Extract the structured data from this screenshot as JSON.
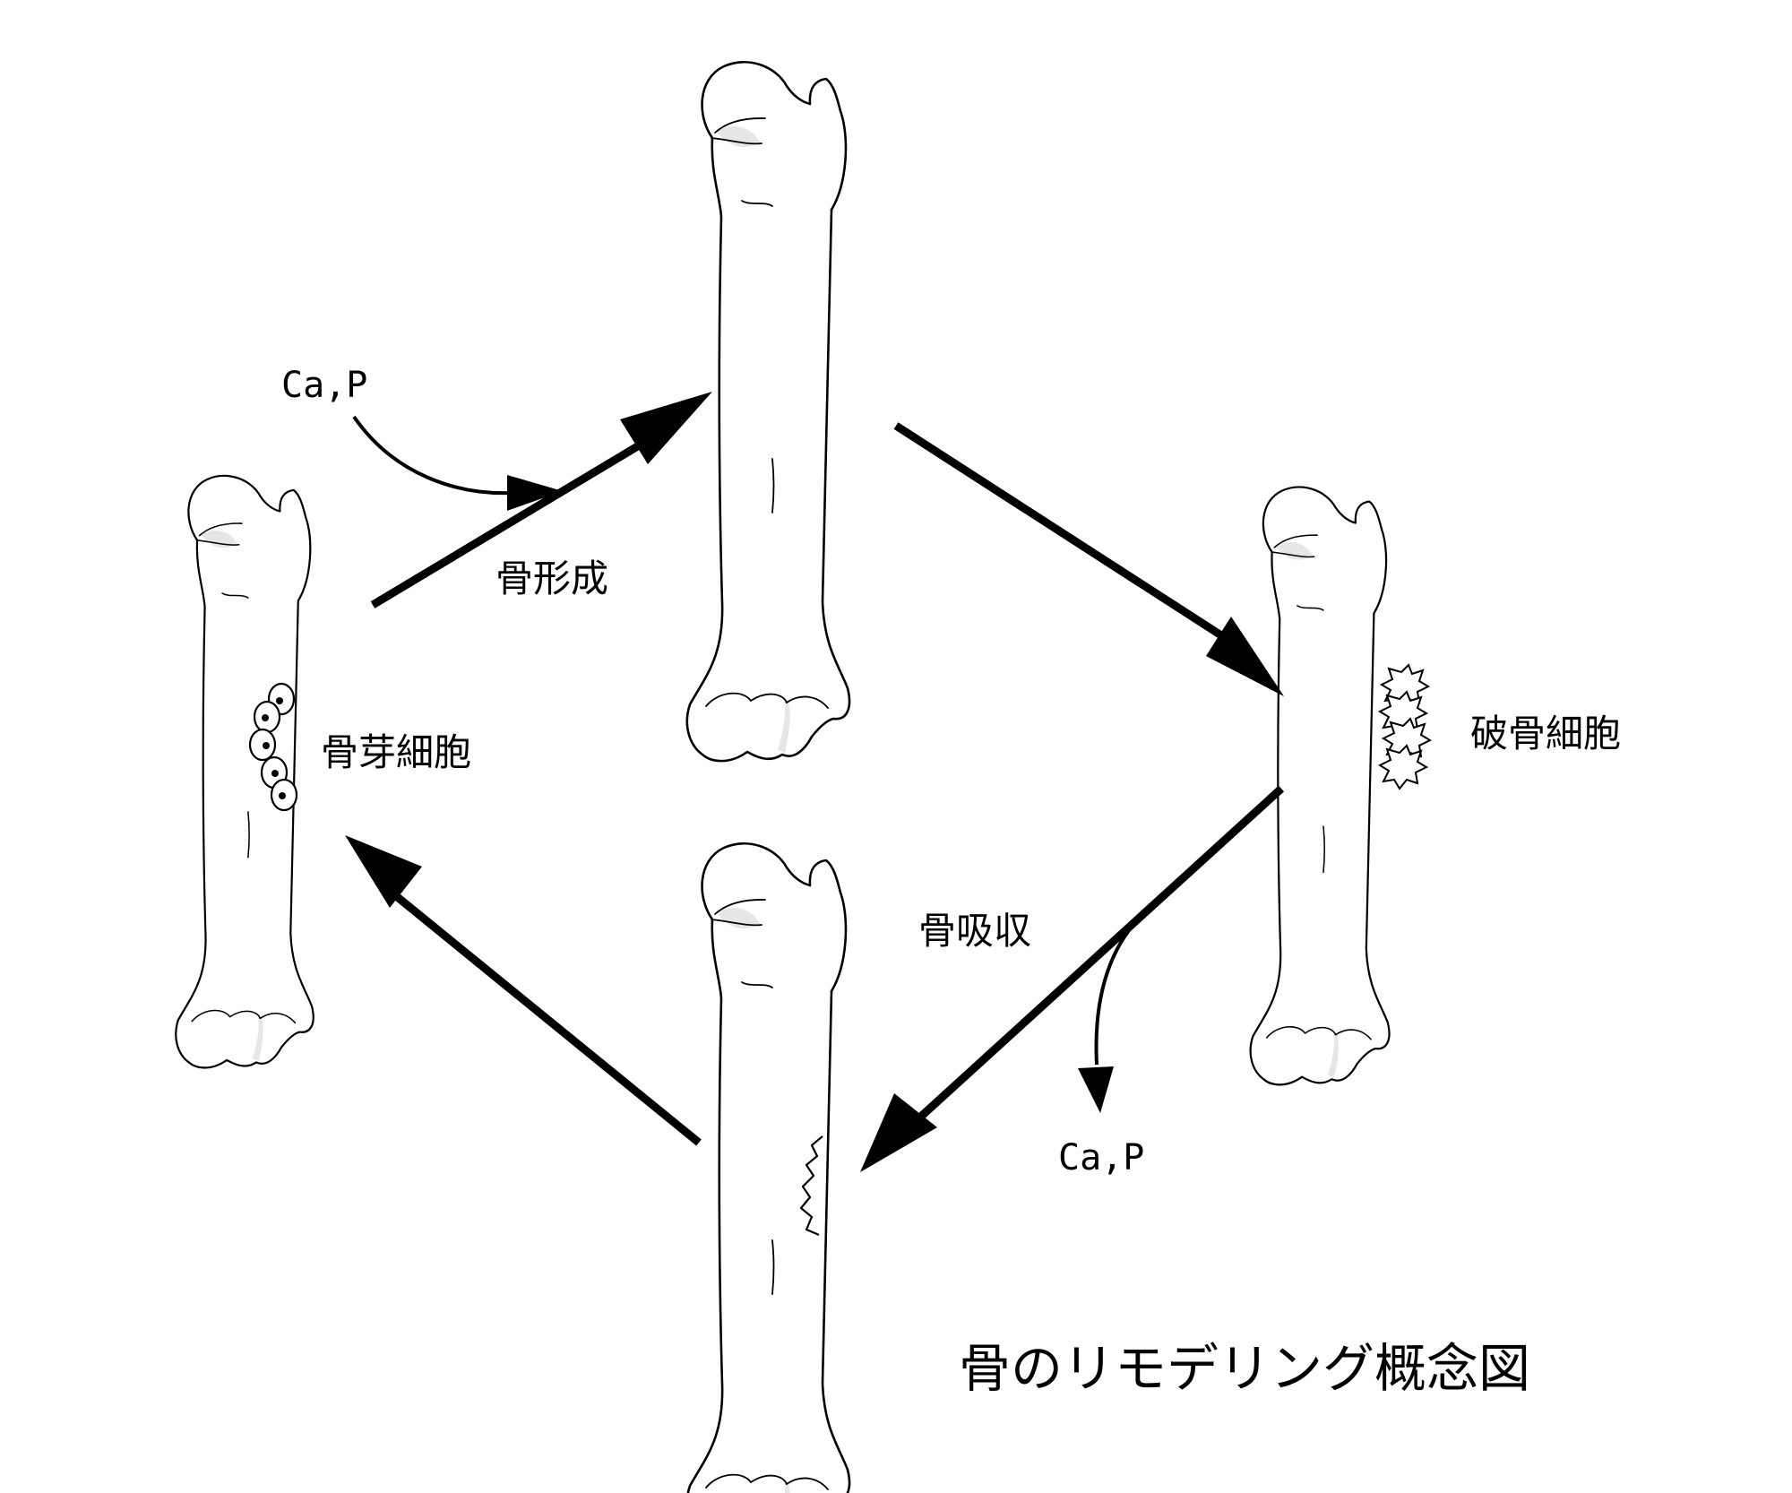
{
  "title": "骨のリモデリング概念図",
  "labels": {
    "bone_formation": "骨形成",
    "osteoblast": "骨芽細胞",
    "osteoclast": "破骨細胞",
    "bone_resorption": "骨吸収",
    "mineral_in": "Ca,P",
    "mineral_out": "Ca,P"
  },
  "bones": [
    "bone-top",
    "bone-right",
    "bone-bottom",
    "bone-left"
  ],
  "arrows": [
    "arrow-bone-formation",
    "arrow-to-osteoclast",
    "arrow-bone-resorption",
    "arrow-to-osteoblast"
  ],
  "colors": {
    "line": "#000000",
    "background": "#ffffff",
    "shade": "#e6e6e6"
  }
}
